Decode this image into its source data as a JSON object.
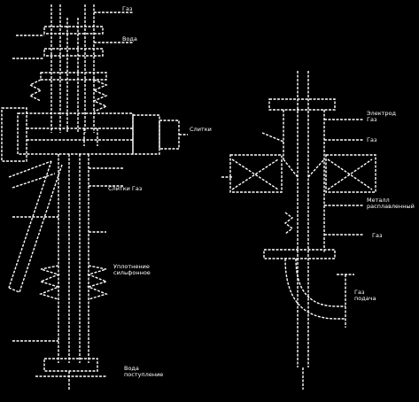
{
  "diagram": {
    "colors": {
      "background": "#000000",
      "ink": "#ffffff"
    },
    "left_figure": {
      "labels": {
        "top_label_1": "Газ",
        "top_label_2": "Вода",
        "side_label": "Слитки",
        "mid_label": "Слитки Газ",
        "lower_label": "Уплотнение\nсильфонное",
        "bottom_label": "Вода\nпоступление"
      }
    },
    "right_figure": {
      "labels": {
        "label_1": "Электрод\nГаз",
        "label_2": "Газ",
        "label_3": "Металл\nрасплавленный",
        "label_4": "Газ",
        "label_5": "Газ\nподача"
      }
    }
  }
}
